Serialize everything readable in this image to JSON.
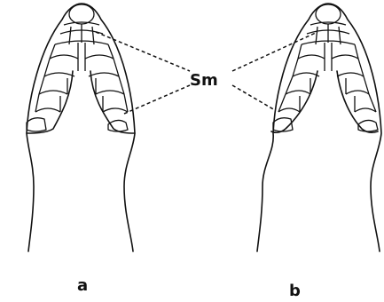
{
  "figure": {
    "annotation_label": "Sm",
    "panel_labels": [
      "a",
      "b"
    ]
  }
}
